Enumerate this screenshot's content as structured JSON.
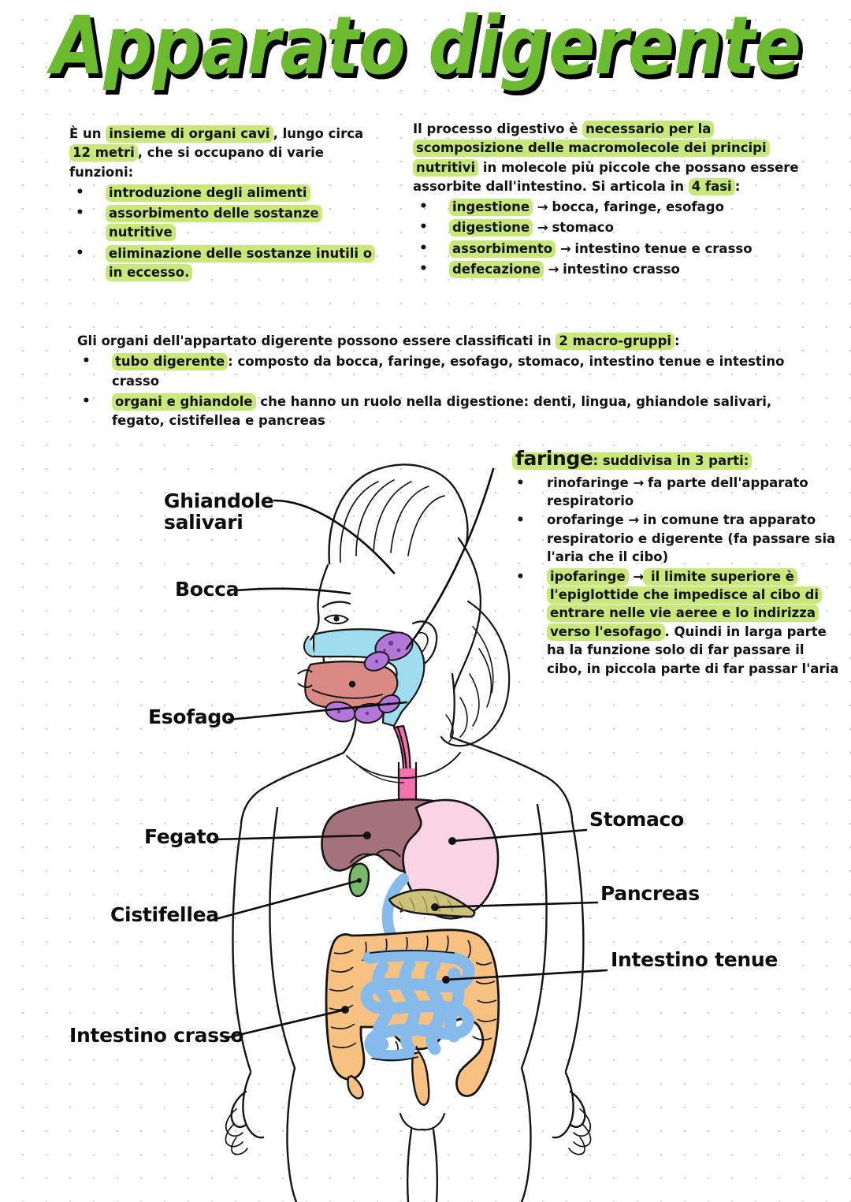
{
  "page": {
    "title": "Apparato digerente",
    "background": "#ffffff",
    "accent_green": "#6cba2f",
    "highlight_green": "#c8e87a"
  },
  "intro_left": {
    "line1_a": "È un ",
    "line1_hl": "insieme di organi cavi",
    "line1_b": ", lungo circa ",
    "line1_hl2": "12 metri",
    "line1_c": ", che si occupano di varie funzioni:",
    "bullets": [
      "introduzione degli alimenti",
      "assorbimento delle sostanze nutritive",
      "eliminazione delle sostanze inutili o in eccesso."
    ]
  },
  "intro_right": {
    "p_a": "Il processo digestivo è ",
    "p_hl": "necessario per la scomposizione delle macromolecole dei principi nutritivi",
    "p_b": " in molecole più piccole che possano essere assorbite dall'intestino. Si articola in ",
    "p_hl2": "4 fasi",
    "p_c": ":",
    "phases": [
      {
        "name": "ingestione",
        "arrow": "→",
        "target": "bocca, faringe, esofago"
      },
      {
        "name": "digestione",
        "arrow": "→",
        "target": "stomaco"
      },
      {
        "name": "assorbimento",
        "arrow": "→",
        "target": "intestino tenue e crasso"
      },
      {
        "name": "defecazione",
        "arrow": "→",
        "target": "intestino crasso"
      }
    ]
  },
  "macro": {
    "lead_a": "Gli organi dell'appartato digerente possono essere classificati in ",
    "lead_hl": "2 macro-gruppi",
    "lead_b": ":",
    "group1_hl": "tubo digerente",
    "group1_rest": ": composto da bocca, faringe, esofago, stomaco, intestino tenue e intestino crasso",
    "group2_hl": "organi e ghiandole",
    "group2_rest": " che hanno un ruolo nella digestione: denti, lingua, ghiandole salivari, fegato, cistifellea e pancreas"
  },
  "faringe": {
    "heading_hl_big": "faringe",
    "heading_hl_small": ": suddivisa in 3 parti:",
    "items": [
      {
        "hl": "rinofaringe",
        "hl_is_highlighted": false,
        "arrow": "→",
        "text": " fa parte dell'apparato respiratorio"
      },
      {
        "hl": "orofaringe",
        "hl_is_highlighted": false,
        "arrow": "→",
        "text": " in comune tra apparato respiratorio e digerente (fa passare sia l'aria che il cibo)"
      },
      {
        "hl": "ipofaringe",
        "hl_is_highlighted": true,
        "arrow": "→",
        "text_hl": " il limite superiore è l'epiglottide che impedisce al cibo di entrare nelle vie aeree e lo indirizza verso l'esofago",
        "text_tail": ". Quindi  in larga parte ha la funzione solo di far passare il cibo, in piccola parte di far passar l'aria"
      }
    ]
  },
  "organ_labels": {
    "ghiandole_salivari": "Ghiandole\nsalivari",
    "bocca": "Bocca",
    "esofago": "Esofago",
    "fegato": "Fegato",
    "cistifellea": "Cistifellea",
    "intestino_crasso": "Intestino crasso",
    "stomaco": "Stomaco",
    "pancreas": "Pancreas",
    "intestino_tenue": "Intestino tenue"
  },
  "organ_colors": {
    "nasal_pharynx": "#9fdcef",
    "mouth_tongue": "#d98a84",
    "salivary_glands": "#b277d8",
    "esophagus": "#f471ad",
    "liver": "#a5717a",
    "stomach": "#fad3e4",
    "gallbladder": "#79b96a",
    "pancreas": "#cdc07a",
    "small_intestine": "#85baea",
    "large_intestine": "#f7c281",
    "body_outline": "#151515"
  }
}
